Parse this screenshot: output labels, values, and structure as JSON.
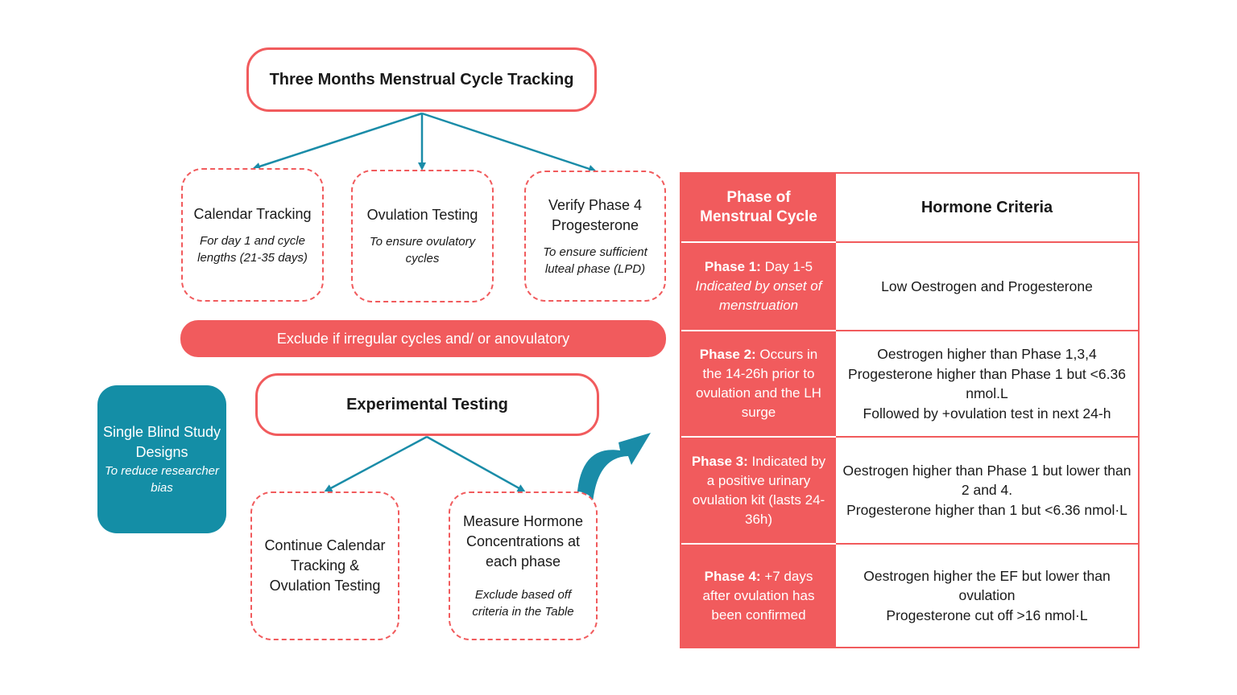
{
  "top_title": "Three Months Menstrual Cycle Tracking",
  "methods": [
    {
      "title": "Calendar Tracking",
      "subtitle": "For day 1 and cycle lengths (21-35 days)"
    },
    {
      "title": "Ovulation Testing",
      "subtitle": "To ensure ovulatory cycles"
    },
    {
      "title": "Verify Phase 4 Progesterone",
      "subtitle": "To ensure sufficient luteal phase (LPD)"
    }
  ],
  "exclude_bar": "Exclude if irregular cycles and/ or anovulatory",
  "blind_box": {
    "title": "Single Blind Study Designs",
    "subtitle": "To reduce researcher bias"
  },
  "experimental_title": "Experimental Testing",
  "experimental_steps": [
    {
      "title": "Continue Calendar Tracking & Ovulation Testing",
      "subtitle": ""
    },
    {
      "title": "Measure Hormone Concentrations at each phase",
      "subtitle": "Exclude based off criteria in the Table"
    }
  ],
  "table": {
    "header_phase": "Phase of Menstrual Cycle",
    "header_criteria": "Hormone Criteria",
    "rows": [
      {
        "phase_label": "Phase 1:",
        "phase_text": " Day 1-5",
        "phase_italic": "Indicated by onset of menstruation",
        "criteria": [
          "Low Oestrogen and Progesterone"
        ]
      },
      {
        "phase_label": "Phase 2:",
        "phase_text": " Occurs in the 14-26h prior to ovulation and the LH surge",
        "phase_italic": "",
        "criteria": [
          "Oestrogen higher than Phase 1,3,4",
          "Progesterone higher than Phase 1 but <6.36 nmol.L",
          "Followed by +ovulation test in next 24-h"
        ]
      },
      {
        "phase_label": "Phase 3:",
        "phase_text": " Indicated by a positive urinary ovulation kit (lasts 24-36h)",
        "phase_italic": "",
        "criteria": [
          "Oestrogen higher than Phase 1 but lower than 2 and 4.",
          "Progesterone higher than 1 but <6.36 nmol·L"
        ]
      },
      {
        "phase_label": "Phase 4:",
        "phase_text": " +7 days after ovulation has been confirmed",
        "phase_italic": "",
        "criteria": [
          "Oestrogen higher the EF but lower than ovulation",
          "Progesterone cut off >16 nmol·L"
        ]
      }
    ]
  },
  "colors": {
    "coral": "#f15b5d",
    "teal": "#148ea6",
    "arrow": "#1a8ca8"
  }
}
